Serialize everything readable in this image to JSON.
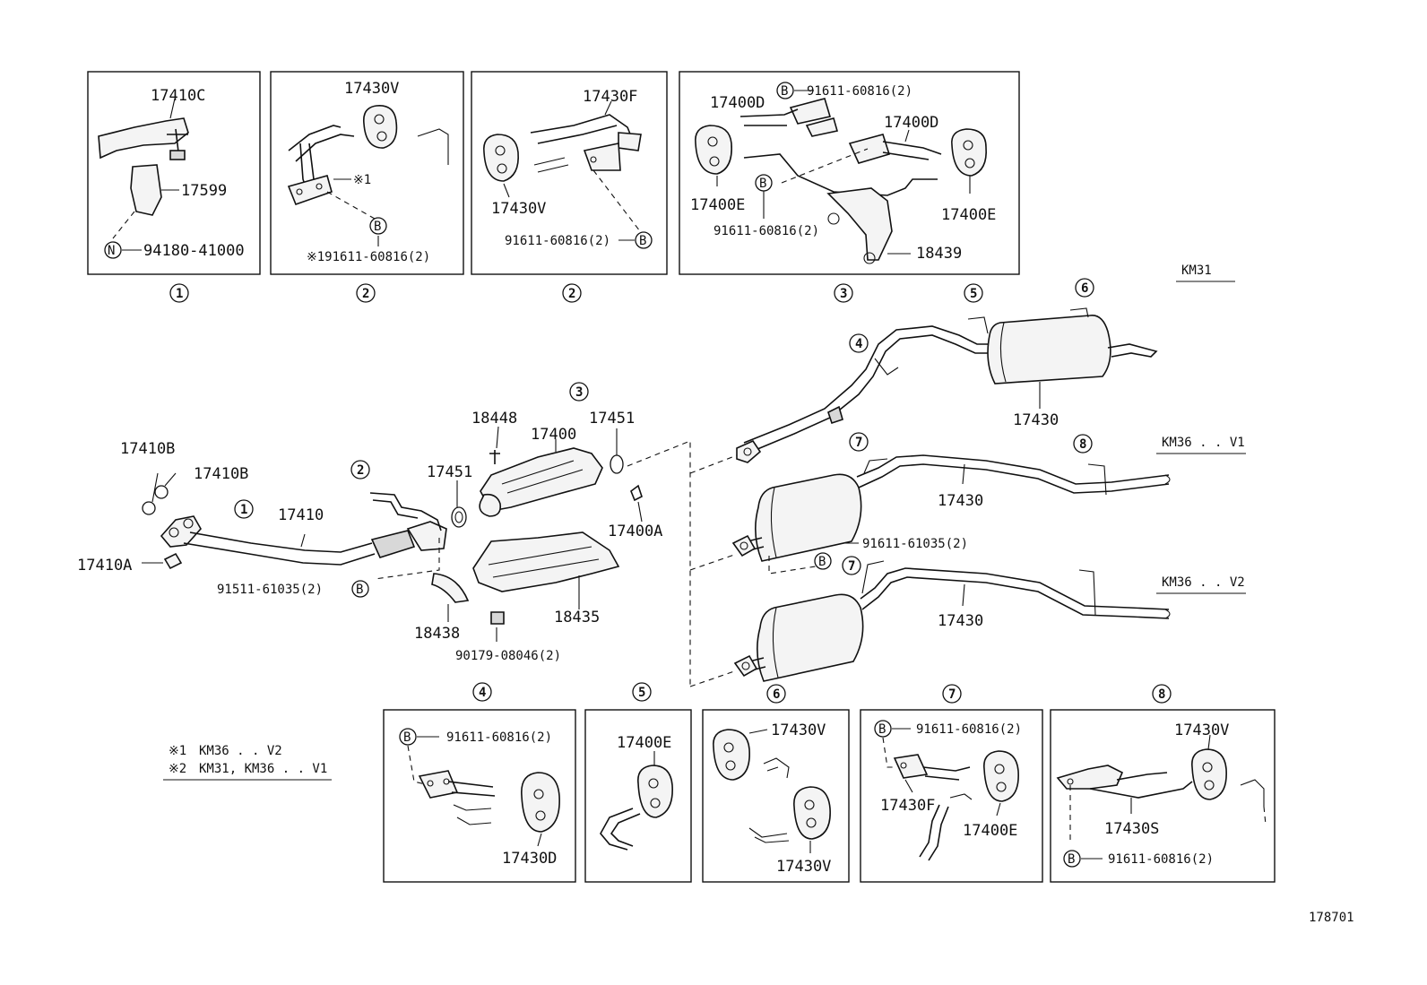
{
  "diagram_id": "178701",
  "model_labels": {
    "km31": "KM31",
    "km36_v1": "KM36 . . V1",
    "km36_v2": "KM36 . . V2"
  },
  "notes": {
    "n1_mark": "※1",
    "n1_text": "KM36 . . V2",
    "n2_mark": "※2",
    "n2_text": "KM31, KM36 . . V1"
  },
  "symbols": {
    "bolt": "B",
    "nut": "N"
  },
  "index_markers": {
    "one": "1",
    "two": "2",
    "three": "3",
    "four": "4",
    "five": "5",
    "six": "6",
    "seven": "7",
    "eight": "8"
  },
  "detail_boxes": {
    "box1": {
      "top": "17410C",
      "mid": "17599",
      "bottom": "94180-41000"
    },
    "box2a": {
      "top": "17430V",
      "mark": "※1",
      "bottom": "※191611-60816(2)"
    },
    "box2b": {
      "top": "17430F",
      "left": "17430V",
      "bottom": "91611-60816(2)"
    },
    "box3": {
      "bolt_top": "91611-60816(2)",
      "a": "17400D",
      "b": "17400D",
      "c": "17400E",
      "d": "17400E",
      "bolt_mid": "91611-60816(2)",
      "e": "18439"
    },
    "box4": {
      "bolt": "91611-60816(2)",
      "part": "17430D"
    },
    "box5": {
      "part": "17400E"
    },
    "box6": {
      "a": "17430V",
      "b": "17430V"
    },
    "box7": {
      "bolt": "91611-60816(2)",
      "a": "17430F",
      "b": "17400E"
    },
    "box8": {
      "top": "17430V",
      "mid": "17430S",
      "bolt": "91611-60816(2)"
    }
  },
  "main": {
    "p17410B_1": "17410B",
    "p17410B_2": "17410B",
    "p17410A": "17410A",
    "p17410": "17410",
    "p91511": "91511-61035(2)",
    "p18438": "18438",
    "p17451_1": "17451",
    "p18448": "18448",
    "p17400": "17400",
    "p17451_2": "17451",
    "p17400A": "17400A",
    "p18435": "18435",
    "p90179": "90179-08046(2)",
    "p17430_km31": "17430",
    "p17430_v1": "17430",
    "p91611_61035": "91611-61035(2)",
    "p17430_v2": "17430"
  }
}
